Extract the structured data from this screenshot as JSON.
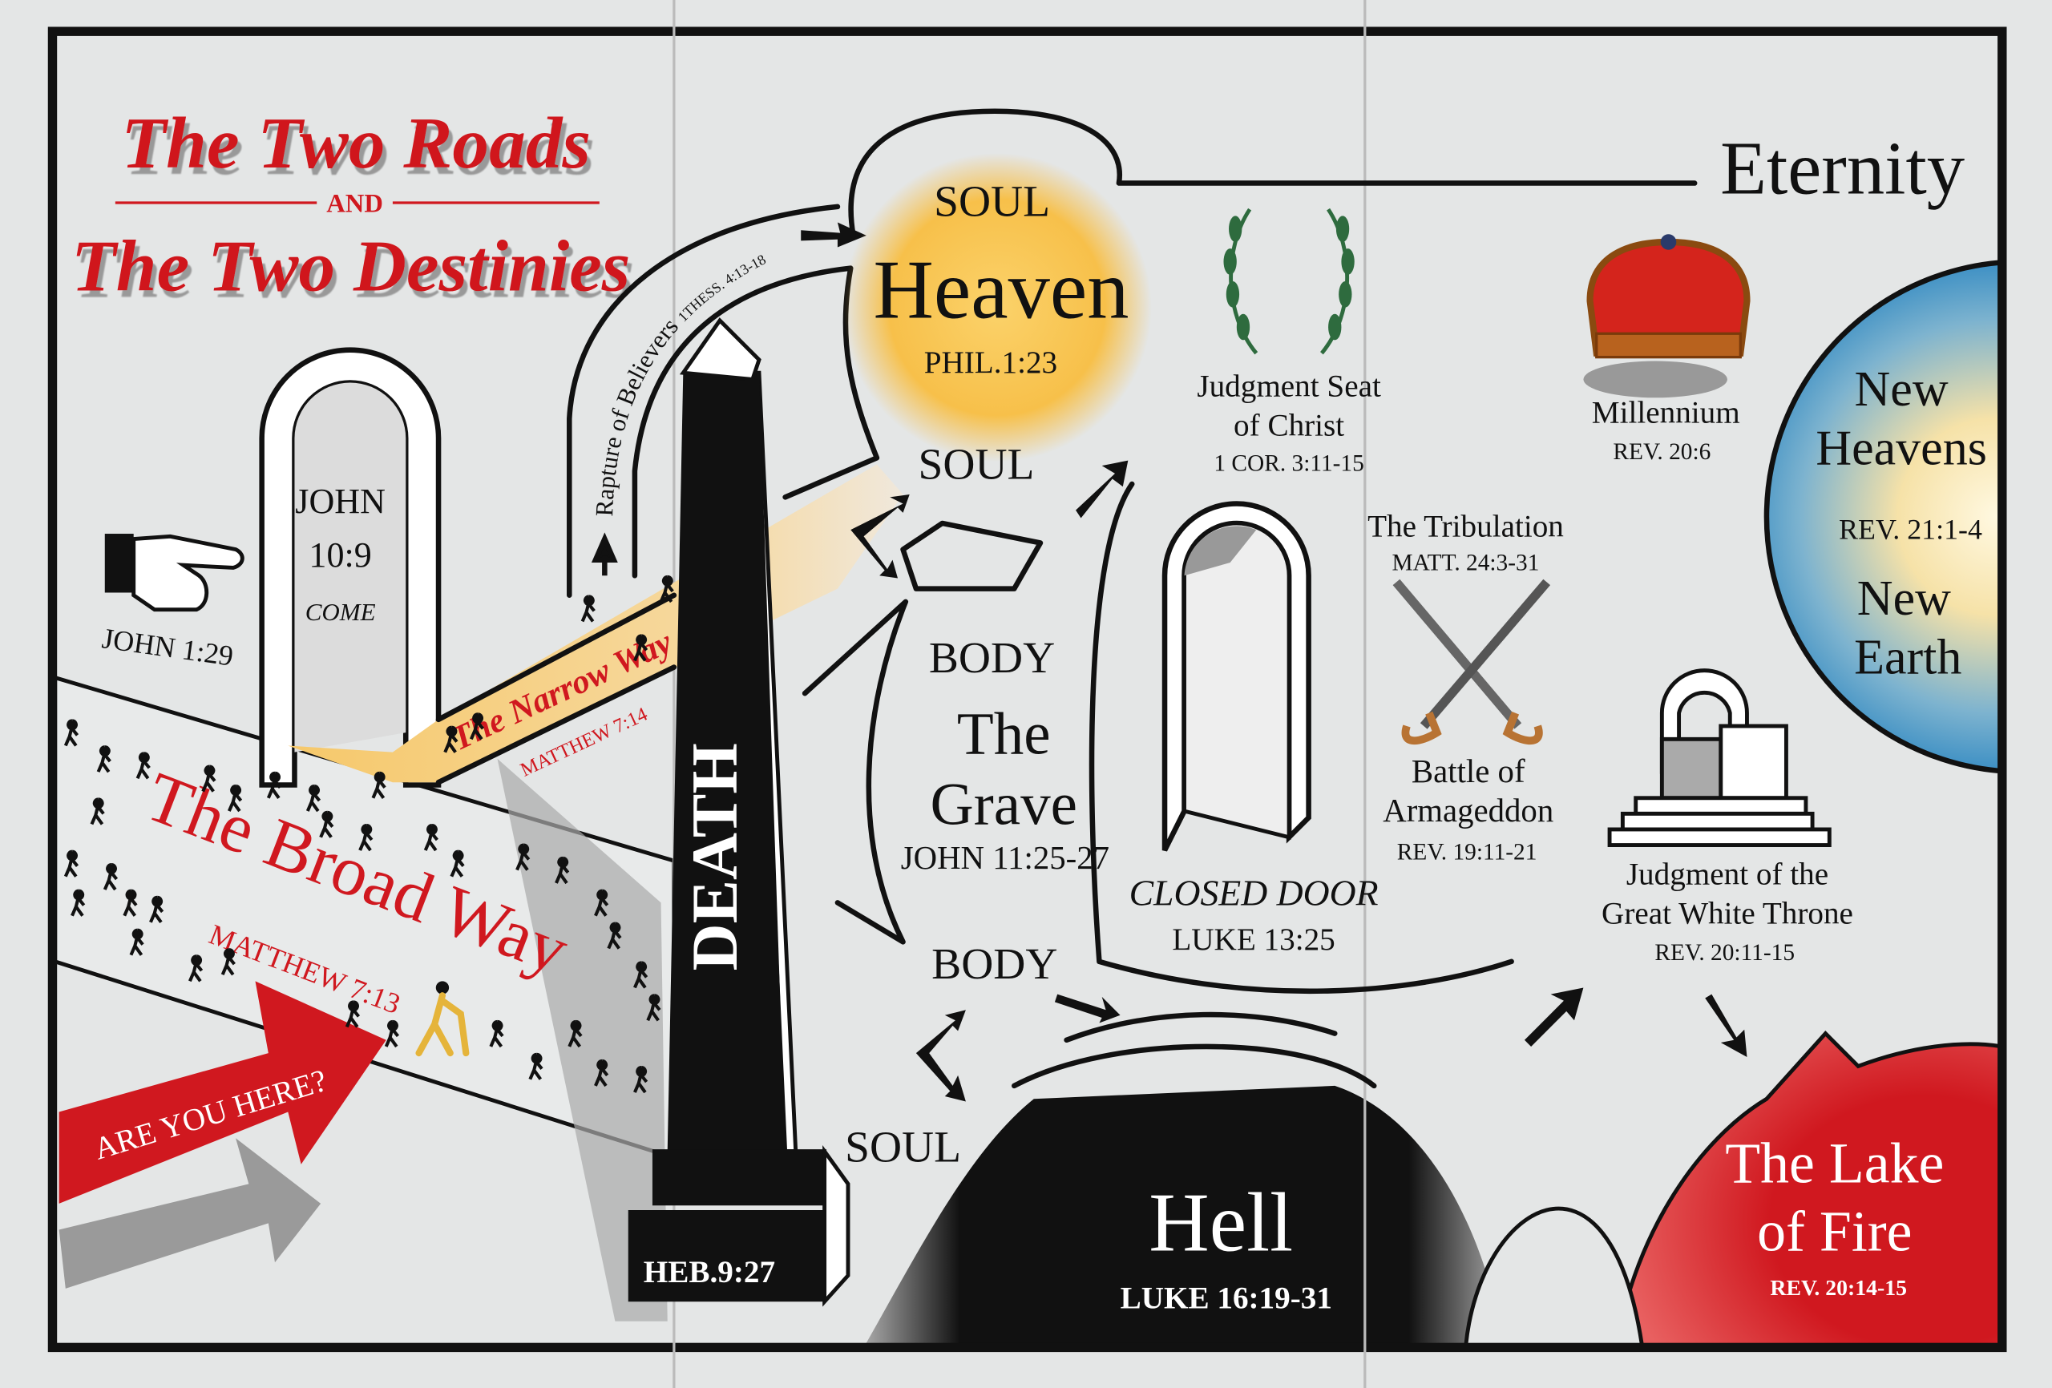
{
  "title": {
    "line1": "The Two Roads",
    "and": "AND",
    "line2": "The Two Destinies"
  },
  "pointer": {
    "ref": "JOHN 1:29"
  },
  "door": {
    "ref1": "JOHN",
    "ref2": "10:9",
    "word": "COME"
  },
  "broad_way": {
    "label": "The Broad Way",
    "ref": "MATTHEW 7:13"
  },
  "narrow_way": {
    "label": "The Narrow Way",
    "ref": "MATTHEW 7:14"
  },
  "rapture": {
    "label": "Rapture of Believers",
    "ref": "1THESS. 4:13-18"
  },
  "are_you_here": "ARE YOU HERE?",
  "death": {
    "label": "DEATH",
    "ref": "HEB.9:27"
  },
  "heaven": {
    "soul_top": "SOUL",
    "label": "Heaven",
    "ref": "PHIL.1:23",
    "soul_bottom": "SOUL"
  },
  "grave": {
    "body_top": "BODY",
    "line1": "The",
    "line2": "Grave",
    "ref": "JOHN 11:25-27",
    "body_bottom": "BODY",
    "soul": "SOUL"
  },
  "eternity": "Eternity",
  "judgment_seat": {
    "line1": "Judgment Seat",
    "line2": "of Christ",
    "ref": "1 COR. 3:11-15"
  },
  "millennium": {
    "label": "Millennium",
    "ref": "REV. 20:6"
  },
  "new_heavens": {
    "line1": "New",
    "line2": "Heavens",
    "ref": "REV. 21:1-4",
    "line3": "New",
    "line4": "Earth"
  },
  "closed_door": {
    "label": "CLOSED DOOR",
    "ref": "LUKE 13:25"
  },
  "tribulation": {
    "label": "The Tribulation",
    "ref": "MATT. 24:3-31"
  },
  "armageddon": {
    "line1": "Battle of",
    "line2": "Armageddon",
    "ref": "REV. 19:11-21"
  },
  "white_throne": {
    "line1": "Judgment of the",
    "line2": "Great White Throne",
    "ref": "REV. 20:11-15"
  },
  "hell": {
    "label": "Hell",
    "ref": "LUKE 16:19-31"
  },
  "lake_of_fire": {
    "line1": "The Lake",
    "line2": "of Fire",
    "ref": "REV. 20:14-15"
  },
  "colors": {
    "red": "#d0181f",
    "yellow": "#f7c04a",
    "blue": "#2e86c1",
    "paper": "#e4e6e6"
  }
}
